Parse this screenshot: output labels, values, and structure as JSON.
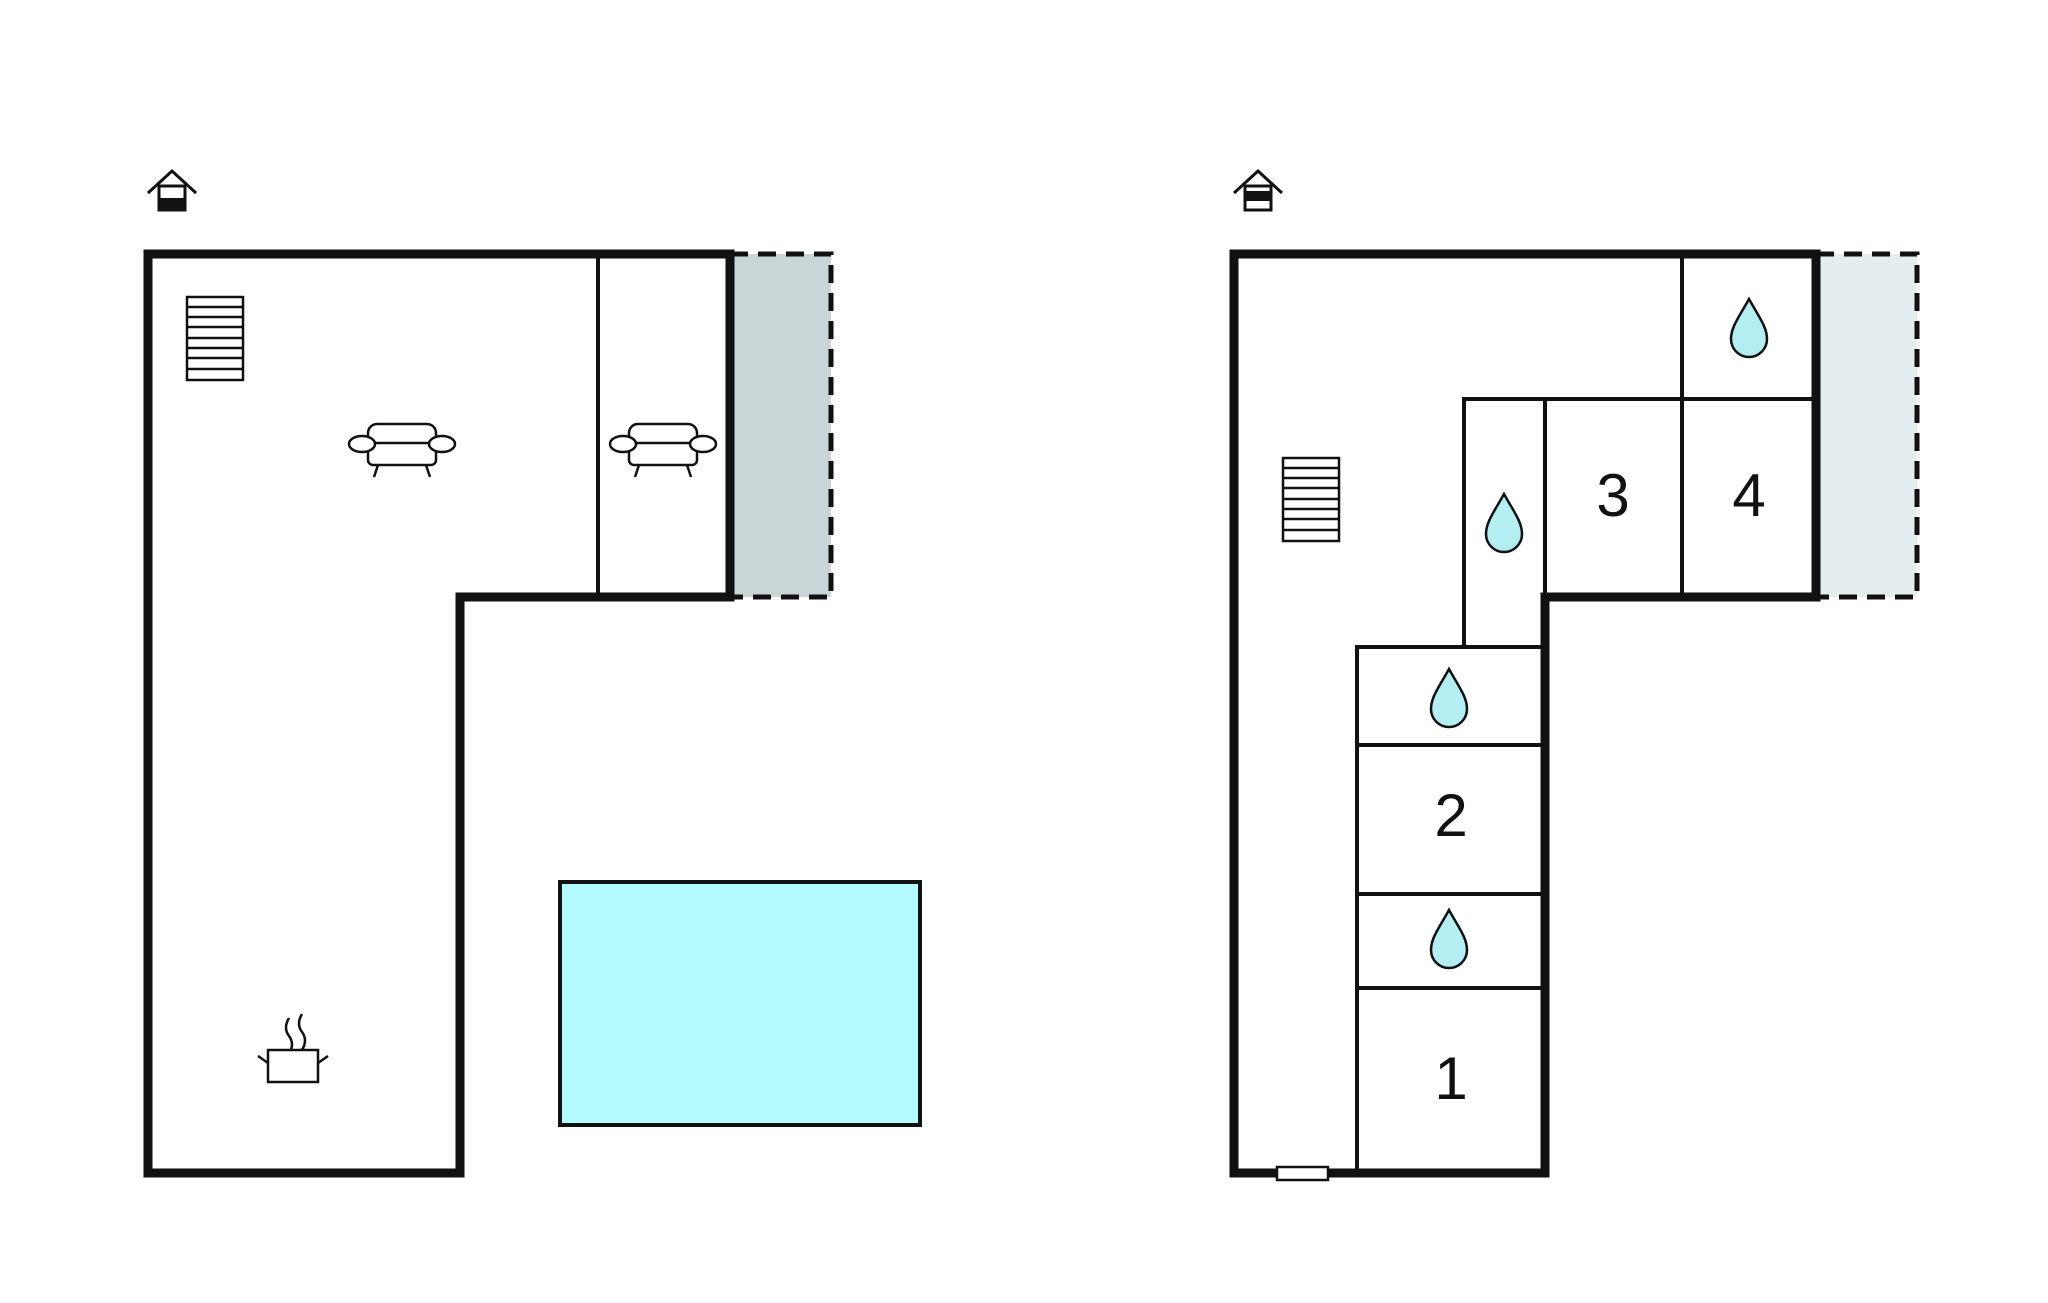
{
  "colors": {
    "wall": "#111111",
    "pool": "#b3fbff",
    "terrace_ground": "#c9d5d6",
    "terrace_upper": "#e4eeee",
    "water_drop": "#b3eef3",
    "background": "#ffffff"
  },
  "floors": [
    {
      "name": "ground-floor",
      "level_icon": "house-level-ground-icon",
      "room_icons": [
        "stairs-icon",
        "sofa-icon",
        "sofa-icon",
        "kitchen-pot-icon"
      ],
      "has_pool": true
    },
    {
      "name": "upper-floor",
      "level_icon": "house-level-upper-icon",
      "room_icons": [
        "stairs-icon",
        "bathroom-drop-icon",
        "bathroom-drop-icon",
        "bathroom-drop-icon",
        "bathroom-drop-icon",
        "door-icon"
      ],
      "bedrooms": [
        {
          "label": "1"
        },
        {
          "label": "2"
        },
        {
          "label": "3"
        },
        {
          "label": "4"
        }
      ]
    }
  ]
}
